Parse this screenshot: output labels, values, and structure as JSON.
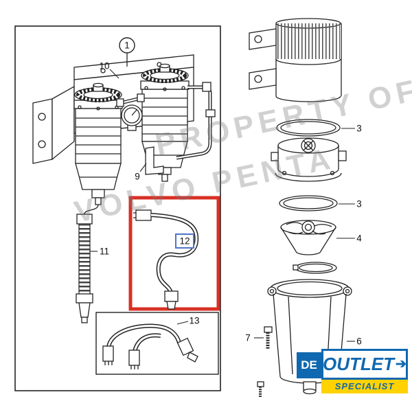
{
  "watermark": {
    "line1": "PROPERTY OF",
    "line2": "VOLVO PENTA"
  },
  "callouts": {
    "part1": "1",
    "part3_upper": "3",
    "part3_lower": "3",
    "part4": "4",
    "part6": "6",
    "part7": "7",
    "part9": "9",
    "part10": "10",
    "part11": "11",
    "part12": "12",
    "part13": "13"
  },
  "highlight": {
    "box_color": "#d93025",
    "label_box_color": "#4f74c4"
  },
  "logo": {
    "de": "DE",
    "outlet": "OUTLET",
    "arrow": "➔",
    "specialist": "SPECIALIST",
    "blue": "#1068b0",
    "yellow": "#ffd200"
  }
}
